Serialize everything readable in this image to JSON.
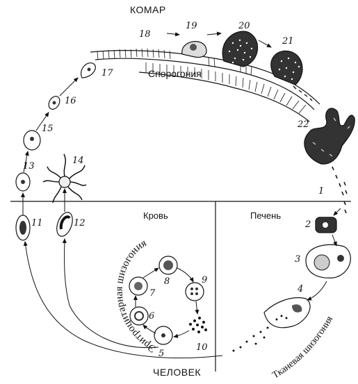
{
  "regions": {
    "mosquito": "КОМАР",
    "human": "ЧЕЛОВЕК",
    "blood": "Кровь",
    "liver": "Печень"
  },
  "processes": {
    "sporogony": "Спорогония",
    "erythrocytic_schizogony": "Эритроцитарная шизогония",
    "tissue_schizogony": "Тканевая шизогония"
  },
  "stages": [
    "1",
    "2",
    "3",
    "4",
    "5",
    "6",
    "7",
    "8",
    "9",
    "10",
    "11",
    "12",
    "13",
    "14",
    "15",
    "16",
    "17",
    "18",
    "19",
    "20",
    "21",
    "22"
  ]
}
